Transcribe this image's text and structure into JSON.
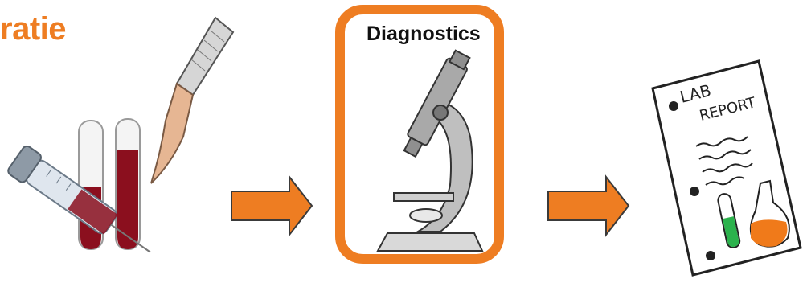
{
  "title": "ratie",
  "steps": [
    {
      "icon": "syringe-and-blood-tubes-icon"
    },
    {
      "icon": "scalpel-icon"
    },
    {
      "label": "Diagnostics",
      "icon": "microscope-icon",
      "highlighted": true
    },
    {
      "icon": "lab-report-icon",
      "report_title": "LAB",
      "report_subtitle": "REPORT"
    }
  ],
  "colors": {
    "accent": "#ee7d22",
    "blood": "#8b0f1e",
    "flask_liquid": "#f07a1a",
    "tube_liquid": "#2bb24c"
  }
}
